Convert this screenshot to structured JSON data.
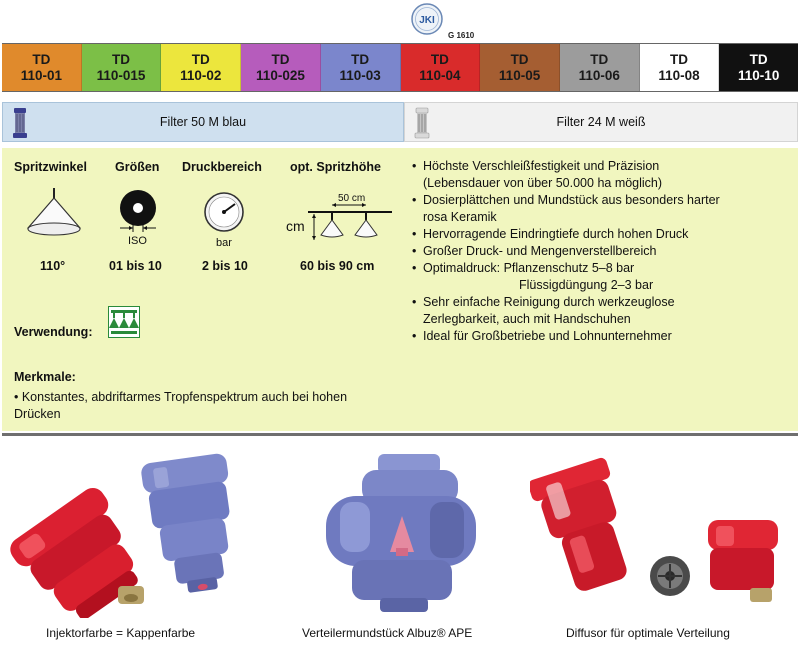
{
  "logo": {
    "text": "JKI",
    "code": "G 1610"
  },
  "tips": [
    {
      "line1": "TD",
      "line2": "110-01",
      "bg": "#e08a2c",
      "fg": "#1a1a1a"
    },
    {
      "line1": "TD",
      "line2": "110-015",
      "bg": "#7cbf47",
      "fg": "#1a1a1a"
    },
    {
      "line1": "TD",
      "line2": "110-02",
      "bg": "#ece63d",
      "fg": "#1a1a1a"
    },
    {
      "line1": "TD",
      "line2": "110-025",
      "bg": "#b65cbc",
      "fg": "#1a1a1a"
    },
    {
      "line1": "TD",
      "line2": "110-03",
      "bg": "#7b86cc",
      "fg": "#1a1a1a"
    },
    {
      "line1": "TD",
      "line2": "110-04",
      "bg": "#d92b2b",
      "fg": "#1a1a1a"
    },
    {
      "line1": "TD",
      "line2": "110-05",
      "bg": "#a55e32",
      "fg": "#1a1a1a"
    },
    {
      "line1": "TD",
      "line2": "110-06",
      "bg": "#9c9c9c",
      "fg": "#1a1a1a"
    },
    {
      "line1": "TD",
      "line2": "110-08",
      "bg": "#ffffff",
      "fg": "#1a1a1a"
    },
    {
      "line1": "TD",
      "line2": "110-10",
      "bg": "#111111",
      "fg": "#ffffff"
    }
  ],
  "filters": {
    "blue": "Filter 50 M blau",
    "white": "Filter 24 M weiß"
  },
  "specs": {
    "angle": {
      "label": "Spritzwinkel",
      "value": "110°"
    },
    "sizes": {
      "label": "Größen",
      "value": "01 bis 10",
      "icon_label": "ISO"
    },
    "pressure": {
      "label": "Druckbereich",
      "value": "2 bis 10",
      "icon_label": "bar"
    },
    "height": {
      "label": "opt. Spritzhöhe",
      "value": "60 bis 90 cm",
      "icon_unit": "cm",
      "icon_spacing": "50 cm"
    }
  },
  "usage": {
    "label": "Verwendung:"
  },
  "features": {
    "title": "Merkmale:",
    "text": "• Konstantes, abdriftarmes Tropfenspektrum auch bei hohen Drücken"
  },
  "bullets": [
    "Höchste Verschleißfestigkeit und Präzision",
    "(Lebensdauer von über 50.000 ha möglich)",
    "Dosierplättchen und Mundstück aus besonders harter",
    "rosa Keramik",
    "Hervorragende Eindringtiefe durch hohen Druck",
    "Großer Druck- und Mengenverstellbereich",
    "Optimaldruck: Pflanzenschutz 5–8 bar",
    "Flüssigdüngung 2–3 bar",
    "Sehr einfache Reinigung durch werkzeuglose",
    "Zerlegbarkeit, auch mit Handschuhen",
    "Ideal für Großbetriebe und Lohnunternehmer"
  ],
  "captions": {
    "left": "Injektorfarbe = Kappenfarbe",
    "middle": "Verteilermundstück Albuz® APE",
    "right": "Diffusor für optimale Verteilung"
  },
  "colors": {
    "panel": "#f1f6bf",
    "filter_blue": "#cfe0ef",
    "nozzle_red": "#d91f2e",
    "nozzle_blue": "#7883c4"
  }
}
